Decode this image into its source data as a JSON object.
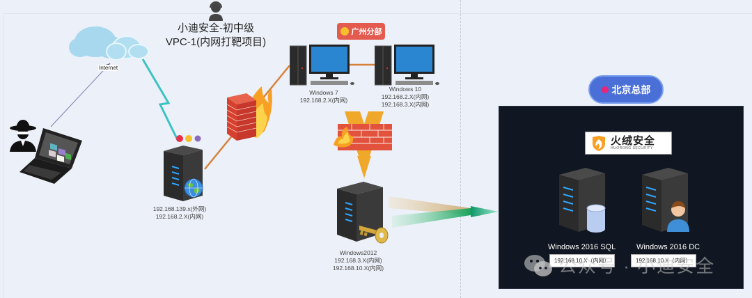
{
  "title": {
    "line1": "小迪安全-初中级",
    "line2": "VPC-1(内网打靶项目)"
  },
  "internet": {
    "label": "Internet"
  },
  "gateway_server": {
    "ip_external": "192.168.139.x(外网)",
    "ip_internal": "192.168.2.X(内网)"
  },
  "guangzhou": {
    "badge": "广州分部",
    "hosts": [
      {
        "name": "Windows 7",
        "ips": [
          "192.168.2.X(内网)"
        ]
      },
      {
        "name": "Windows 10",
        "ips": [
          "192.168.2.X(内网)",
          "192.168.3.X(内网)"
        ]
      }
    ]
  },
  "pivot_server": {
    "name": "Windows2012",
    "ips": [
      "192.168.3.X(内网)",
      "192.168.10.X(内网)"
    ]
  },
  "beijing": {
    "badge": "北京总部",
    "logo_cn": "火绒安全",
    "logo_en": "HUORONG SECURITY",
    "hosts": [
      {
        "name": "Windows 2016 SQL",
        "ip": "192.168.10.X（内网）"
      },
      {
        "name": "Windows 2016 DC",
        "ip": "192.168.10.X（内网）"
      }
    ]
  },
  "watermark": "公众号 · 小迪安全",
  "colors": {
    "background": "#ecf0f8",
    "guangzhou_badge": "#e35a4f",
    "beijing_badge": "#4a6fd6",
    "hq_panel": "#111722",
    "lightning": "#3cc3c3",
    "link": "#d7823a",
    "arrow": "#1fa36b"
  }
}
